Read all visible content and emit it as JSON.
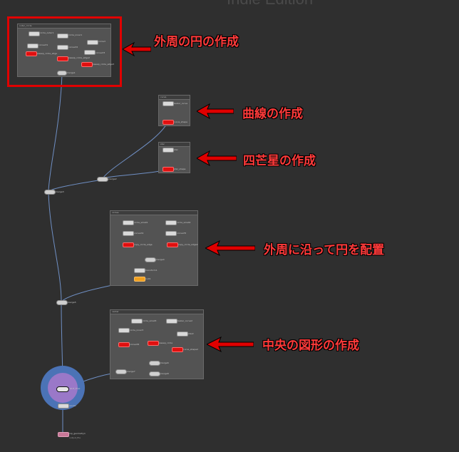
{
  "watermark": "Indie Edition",
  "annotations": {
    "outer_circle": "外周の円の作成",
    "curve": "曲線の作成",
    "four_star": "四芒星の作成",
    "place_circles": "外周に沿って円を配置",
    "center_shape": "中央の図形の作成"
  },
  "colors": {
    "annotation": "#ff3a3a",
    "network_bg": "#2f2f2f",
    "subnet_bg": "#535353",
    "wire": "#6f8fc4",
    "display_flag_outer": "#4b73b6",
    "display_flag_inner": "#9a78c8",
    "node_red": "#e01010",
    "node_orange": "#f0a020"
  },
  "nodes": {
    "subnet1_title": "outer_circle",
    "n_circle_outer": "circle_outer1",
    "n_circle_inner": "circle_inner1",
    "n_convert": "convert1",
    "n_convert2": "convert2",
    "n_circle3": "circle3",
    "n_convert3": "convert3",
    "n_sweep1": "sweep_circle_edge",
    "n_sweep2": "sweep_circle_edge2",
    "n_sweep3": "sweep_circle_edge3",
    "n_merge1": "merge1",
    "subnet2_title": "curve",
    "n_bezier": "bezier_curve",
    "n_curve_out": "curve_shape",
    "subnet3_title": "star",
    "n_star": "star",
    "n_star_out": "star_shape",
    "n_merge2": "merge2",
    "n_merge3": "merge3",
    "subnet4_title": "circles",
    "n_circ_a": "circle_small1",
    "n_circ_b": "circle_small2",
    "n_conv_a": "convert4",
    "n_conv_b": "convert5",
    "n_copy_a": "copy_circle_edge",
    "n_copy_b": "copy_circle_edge2",
    "n_merge4": "merge4",
    "n_transform": "transform1",
    "n_null": "null1",
    "n_merge5": "merge5",
    "subnet5_title": "center",
    "n_cc1": "circle_small3",
    "n_cc2": "circle_inner3",
    "n_cconv": "convert6",
    "n_cv1": "bezier_curve2",
    "n_cv2": "star2",
    "n_csweep": "sweep_circle",
    "n_crv": "curve_shape2",
    "n_cmerge": "merge6",
    "n_cmerge2": "merge7",
    "n_cmerge_out": "merge8",
    "n_final": "OUT_final",
    "n_render": "render",
    "n_rop": "rop_geometry1",
    "n_rop_sub": "output_file"
  }
}
